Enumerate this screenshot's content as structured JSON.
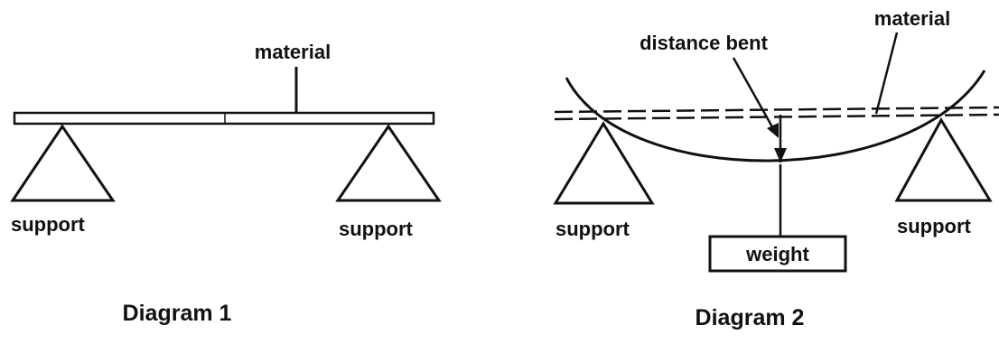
{
  "diagram1": {
    "caption": "Diagram 1",
    "material_label": "material",
    "support_left_label": "support",
    "support_right_label": "support"
  },
  "diagram2": {
    "caption": "Diagram 2",
    "material_label": "material",
    "distance_label": "distance bent",
    "support_left_label": "support",
    "support_right_label": "support",
    "weight_label": "weight"
  },
  "colors": {
    "ink": "#111111",
    "background": "#ffffff"
  }
}
